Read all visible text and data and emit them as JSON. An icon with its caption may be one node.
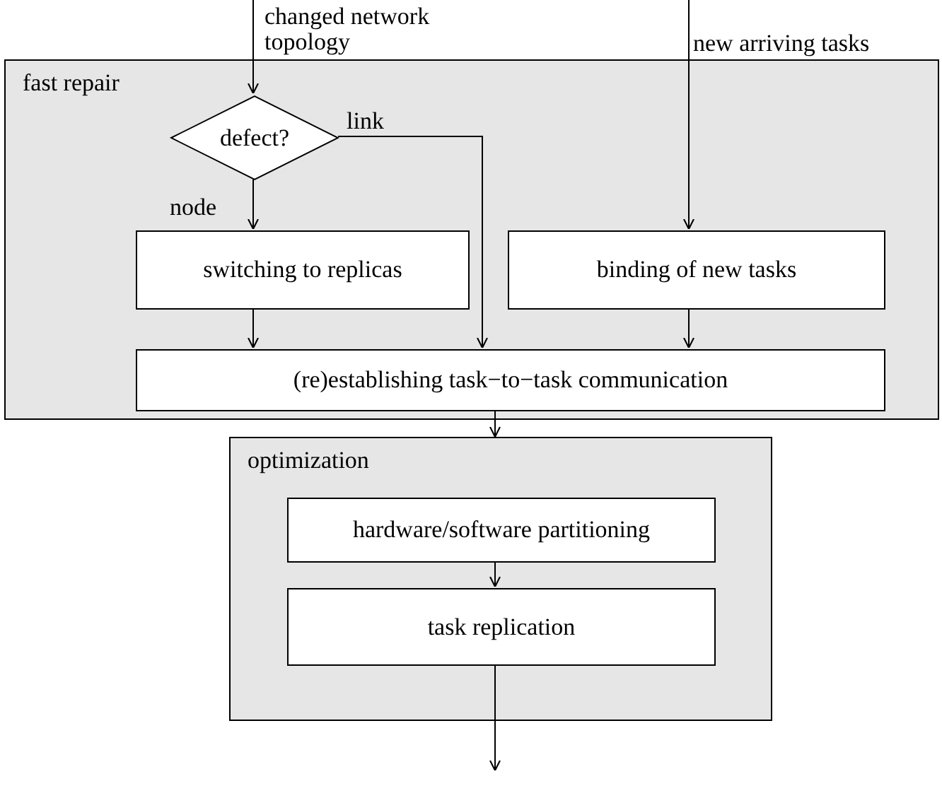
{
  "diagram": {
    "nodes": [
      {
        "text": [
          "fast repair"
        ]
      },
      {
        "text": [
          "defect?"
        ],
        "in": 0
      },
      {
        "text": [
          "switching to replicas"
        ],
        "in": 0
      },
      {
        "text": [
          "binding of new tasks"
        ],
        "in": 0
      },
      {
        "text": [
          "(re)establishing task−to−task communication"
        ],
        "in": 0
      },
      {
        "text": [
          "optimization"
        ]
      },
      {
        "text": [
          "hardware/software partitioning"
        ],
        "in": 5
      },
      {
        "text": [
          "task replication"
        ],
        "in": 5
      }
    ],
    "edges": [
      {
        "from": null,
        "to": 1,
        "arrow": "to",
        "label": "changed network topology"
      },
      {
        "from": null,
        "to": 3,
        "arrow": "to",
        "label": "new arriving tasks"
      },
      {
        "from": 1,
        "to": 2,
        "arrow": "to",
        "label": "node"
      },
      {
        "from": 1,
        "to": 4,
        "arrow": "to",
        "label": "link"
      },
      {
        "from": 2,
        "to": 4,
        "arrow": "to"
      },
      {
        "from": 3,
        "to": 4,
        "arrow": "to"
      },
      {
        "from": 4,
        "to": 5,
        "arrow": "to"
      },
      {
        "from": 6,
        "to": 7,
        "arrow": "to"
      },
      {
        "from": 7,
        "to": null,
        "arrow": "to"
      }
    ]
  }
}
